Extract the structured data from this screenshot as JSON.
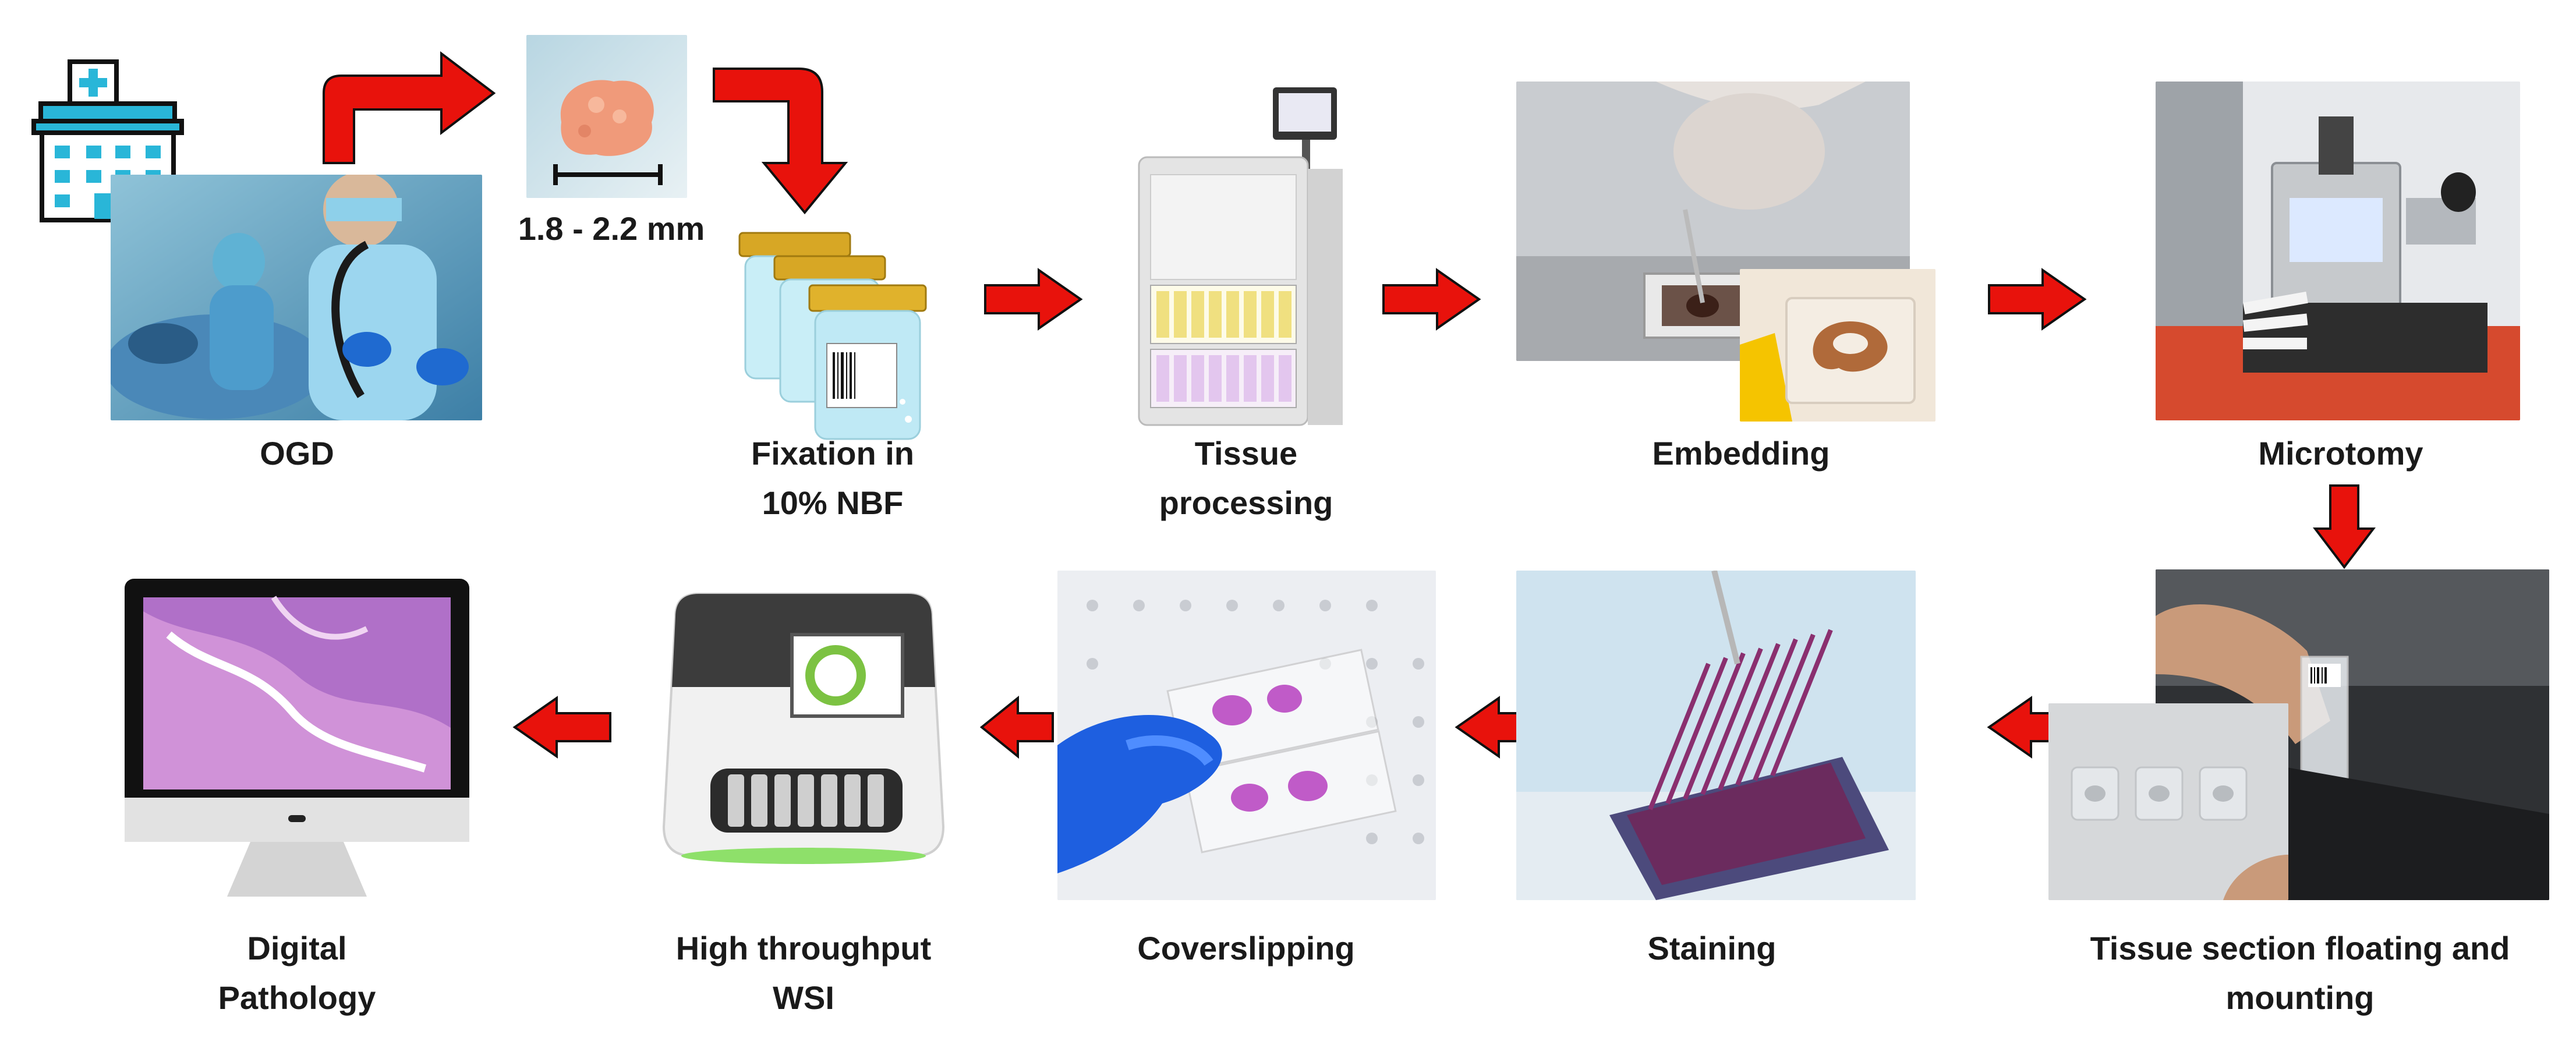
{
  "steps": {
    "ogd": "OGD",
    "fixation_line1": "Fixation in",
    "fixation_line2": "10% NBF",
    "processing_line1": "Tissue",
    "processing_line2": "processing",
    "embedding": "Embedding",
    "microtomy": "Microtomy",
    "floating_line1": "Tissue section floating and",
    "floating_line2": "mounting",
    "staining": "Staining",
    "coverslipping": "Coverslipping",
    "wsi_line1": "High throughput",
    "wsi_line2": "WSI",
    "digital_line1": "Digital",
    "digital_line2": "Pathology"
  },
  "biopsy_size": "1.8 - 2.2 mm",
  "colors": {
    "arrow_fill": "#e8120c",
    "arrow_stroke": "#000000",
    "hospital_blue": "#29b6d8",
    "tissue_pink": "#f09a7a",
    "stain_purple": "#7a2a6a"
  },
  "icons": {
    "hospital": "hospital-icon",
    "arrow": "red-arrow-icon"
  }
}
